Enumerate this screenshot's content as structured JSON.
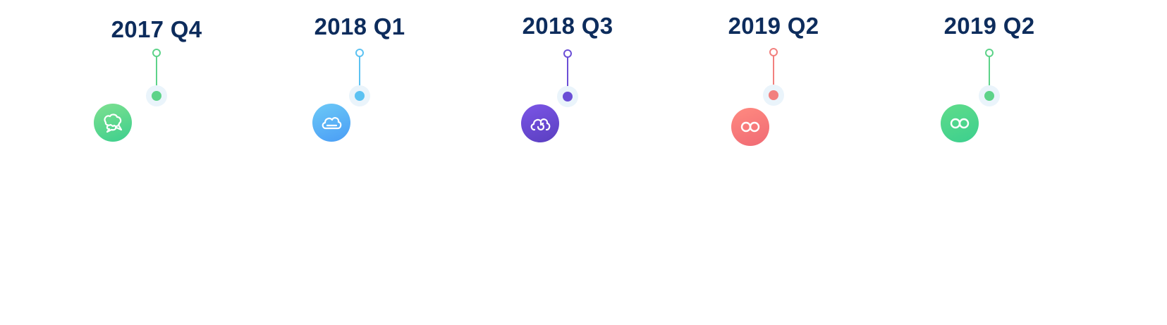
{
  "timeline": {
    "milestones": [
      {
        "date": "2017 Q4",
        "icon": "chat-bubbles-icon",
        "color": "#5dd389",
        "gradient": [
          "#7ee08f",
          "#3ccf8e"
        ]
      },
      {
        "date": "2018 Q1",
        "icon": "cloud-icon",
        "color": "#5cc2f2",
        "gradient": [
          "#6cc9f7",
          "#4a9df5"
        ]
      },
      {
        "date": "2018 Q3",
        "icon": "cloud-sync-icon",
        "color": "#6b4fd6",
        "gradient": [
          "#7b55e6",
          "#5a3fc0"
        ]
      },
      {
        "date": "2019 Q2",
        "icon": "infinity-icon",
        "color": "#f2807e",
        "gradient": [
          "#ff8a80",
          "#f06a74"
        ]
      },
      {
        "date": "2019 Q2",
        "icon": "infinity-icon",
        "color": "#5dd389",
        "gradient": [
          "#5fdc8a",
          "#3ccf8e"
        ]
      }
    ]
  }
}
